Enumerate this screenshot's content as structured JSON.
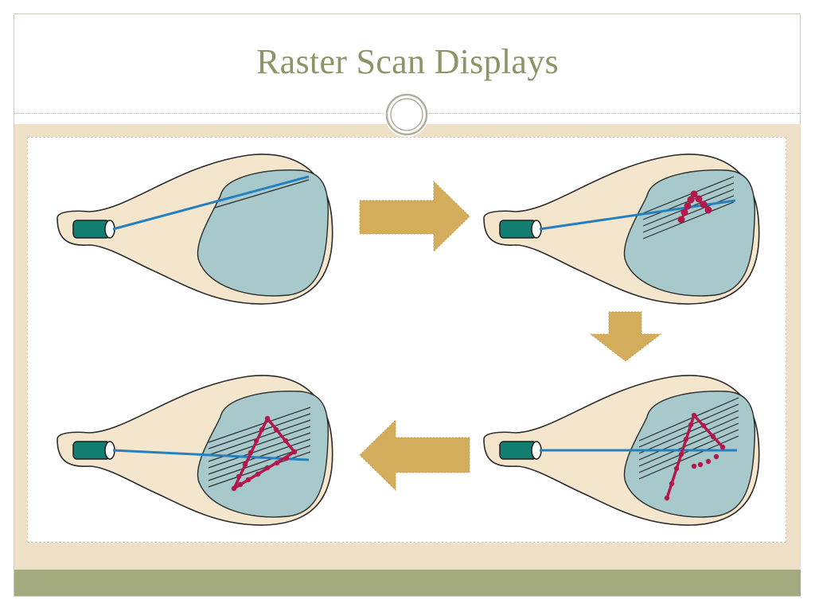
{
  "slide": {
    "title": "Raster Scan Displays"
  },
  "colors": {
    "title_text": "#8d9467",
    "tube_body": "#f3e6cc",
    "screen": "#a7c9cb",
    "electron_gun": "#137f73",
    "beam": "#2680c0",
    "triangle_dots": "#b3184a",
    "arrow": "#d4ad5c",
    "band": "#ede0c6",
    "footer": "#a3aa80"
  },
  "diagram": {
    "panels": [
      {
        "step": 1,
        "description_icon": "crt-tube-icon"
      },
      {
        "step": 2,
        "description_icon": "crt-tube-icon"
      },
      {
        "step": 3,
        "description_icon": "crt-tube-icon"
      },
      {
        "step": 4,
        "description_icon": "crt-tube-icon"
      }
    ],
    "arrows": [
      "right-arrow-icon",
      "down-arrow-icon",
      "left-arrow-icon"
    ]
  }
}
